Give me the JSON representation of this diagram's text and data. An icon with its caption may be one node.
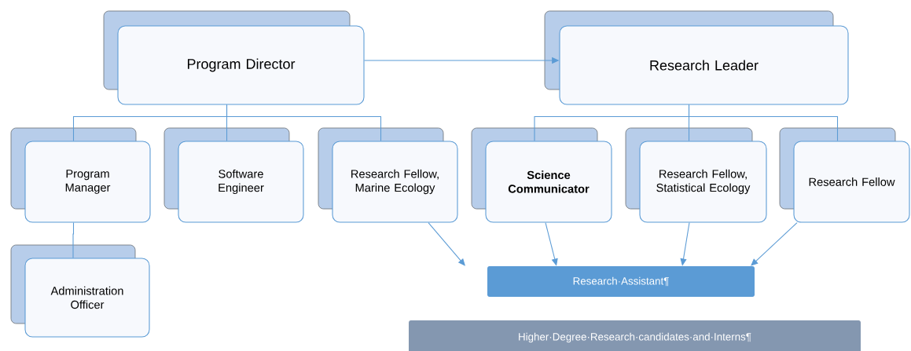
{
  "diagram": {
    "nodes": [
      {
        "text": [
          "Program Director"
        ]
      },
      {
        "text": [
          "Research Leader"
        ]
      },
      {
        "text": [
          "Program Manager"
        ]
      },
      {
        "text": [
          "Software Engineer"
        ]
      },
      {
        "text": [
          "Research Fellow, Marine Ecology"
        ]
      },
      {
        "text": [
          "Science Communicator"
        ]
      },
      {
        "text": [
          "Research Fellow, Statistical Ecology"
        ]
      },
      {
        "text": [
          "Research Fellow"
        ]
      },
      {
        "text": [
          "Administration Officer"
        ]
      },
      {
        "text": [
          "Research·Assistant¶"
        ]
      },
      {
        "text": [
          "Higher·Degree·Research·candidates·and·Interns¶"
        ]
      }
    ],
    "edges": [
      {
        "from": 0,
        "to": 1,
        "arrow": "to"
      },
      {
        "from": 0,
        "to": 2,
        "arrow": "none"
      },
      {
        "from": 0,
        "to": 3,
        "arrow": "none"
      },
      {
        "from": 0,
        "to": 4,
        "arrow": "none"
      },
      {
        "from": 1,
        "to": 5,
        "arrow": "none"
      },
      {
        "from": 1,
        "to": 6,
        "arrow": "none"
      },
      {
        "from": 1,
        "to": 7,
        "arrow": "none"
      },
      {
        "from": 2,
        "to": 8,
        "arrow": "none"
      },
      {
        "from": 4,
        "to": 9,
        "arrow": "to"
      },
      {
        "from": 5,
        "to": 9,
        "arrow": "to"
      },
      {
        "from": 6,
        "to": 9,
        "arrow": "to"
      },
      {
        "from": 7,
        "to": 9,
        "arrow": "to"
      }
    ]
  }
}
